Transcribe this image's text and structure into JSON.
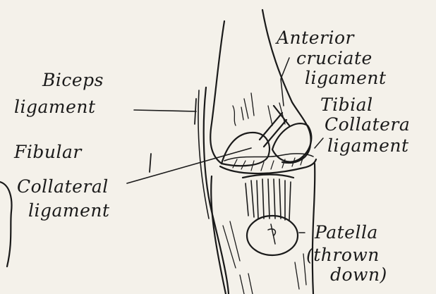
{
  "labels": {
    "biceps": [
      "Biceps",
      "ligament"
    ],
    "fibular": [
      "Fibular",
      "Collateral",
      "ligament"
    ],
    "anterior": [
      "Anterior",
      "cruciate",
      "ligament"
    ],
    "tibial": [
      "Tibial",
      "Collatera",
      "ligament"
    ],
    "patella": [
      "Patella",
      "(thrown",
      "down)"
    ]
  },
  "colors": {
    "ink": "#1a1a1a",
    "paper": "#f4f1ea"
  }
}
